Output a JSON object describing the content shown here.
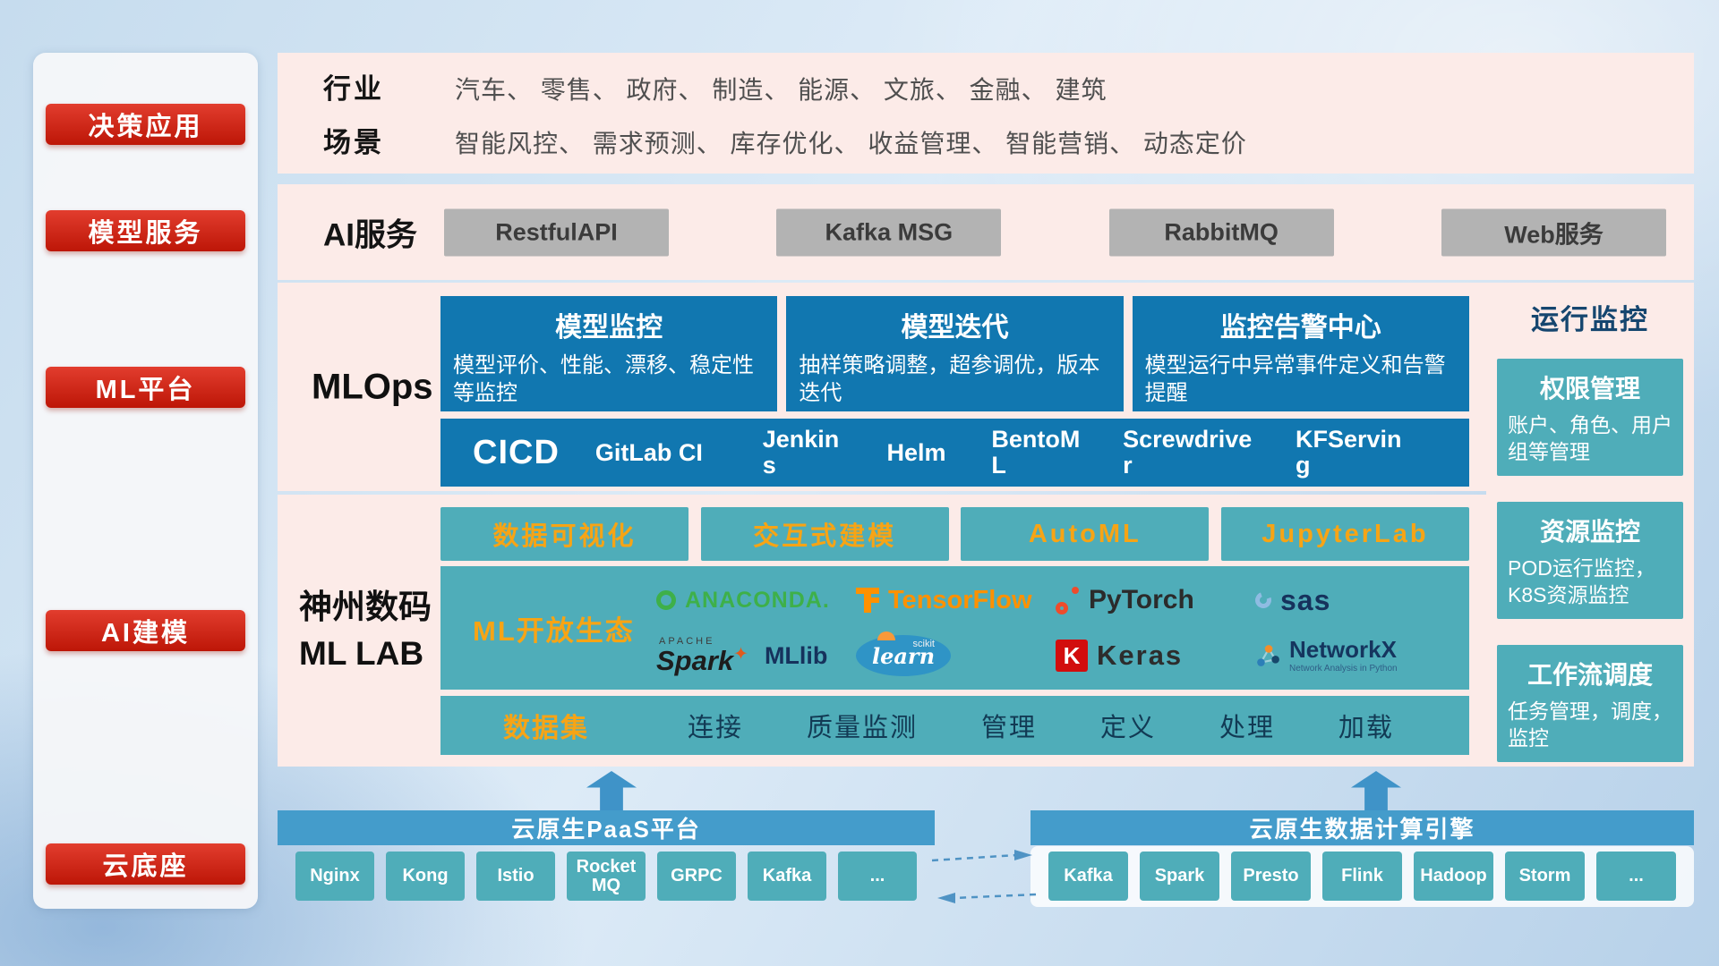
{
  "colors": {
    "accent_red": "#c9190e",
    "panel_pink": "#fcebe8",
    "steel_blue": "#1177b0",
    "teal": "#4fadb9",
    "bar_blue": "#449ccb",
    "orange_text": "#f7a415",
    "gray_button": "#b3b3b3"
  },
  "sidebar": {
    "items": [
      {
        "label": "决策应用"
      },
      {
        "label": "模型服务"
      },
      {
        "label": "ML平台"
      },
      {
        "label": "AI建模"
      },
      {
        "label": "云底座"
      }
    ]
  },
  "industry": {
    "rows": [
      {
        "label": "行业",
        "value": "汽车、 零售、 政府、 制造、 能源、 文旅、 金融、 建筑"
      },
      {
        "label": "场景",
        "value": "智能风控、 需求预测、 库存优化、 收益管理、 智能营销、 动态定价"
      }
    ]
  },
  "ai_service": {
    "label": "AI服务",
    "buttons": [
      "RestfulAPI",
      "Kafka MSG",
      "RabbitMQ",
      "Web服务"
    ]
  },
  "mlops": {
    "label": "MLOps",
    "cards": [
      {
        "title": "模型监控",
        "desc": "模型评价、性能、漂移、稳定性等监控"
      },
      {
        "title": "模型迭代",
        "desc": "抽样策略调整，超参调优，版本迭代"
      },
      {
        "title": "监控告警中心",
        "desc": "模型运行中异常事件定义和告警提醒"
      }
    ],
    "cicd_label": "CICD",
    "cicd_items": [
      "GitLab CI",
      "Jenkins",
      "Helm",
      "BentoML",
      "Screwdriver",
      "KFServing"
    ]
  },
  "monitor": {
    "title": "运行监控",
    "cards": [
      {
        "title": "权限管理",
        "desc": "账户、角色、用户组等管理"
      },
      {
        "title": "资源监控",
        "desc": "POD运行监控，K8S资源监控"
      },
      {
        "title": "工作流调度",
        "desc": "任务管理，调度，监控"
      }
    ]
  },
  "mllab": {
    "label_line1": "神州数码",
    "label_line2": "ML LAB",
    "top_buttons": [
      "数据可视化",
      "交互式建模",
      "AutoML",
      "JupyterLab"
    ],
    "eco_label": "ML开放生态",
    "logos": {
      "anaconda": "ANACONDA.",
      "tensorflow": "TensorFlow",
      "pytorch": "PyTorch",
      "sas": "sas",
      "spark_small": "APACHE",
      "spark": "Spark",
      "spark_star": "✦",
      "mllib": "MLlib",
      "scikit_small": "scikit",
      "scikit": "learn",
      "keras_k": "K",
      "keras": "Keras",
      "networkx": "NetworkX",
      "networkx_sub": "Network Analysis in Python"
    },
    "data_label": "数据集",
    "data_items": [
      "连接",
      "质量监测",
      "管理",
      "定义",
      "处理",
      "加载"
    ]
  },
  "paas": {
    "title": "云原生PaaS平台",
    "items": [
      "Nginx",
      "Kong",
      "Istio",
      "RocketMQ",
      "GRPC",
      "Kafka",
      "..."
    ]
  },
  "engine": {
    "title": "云原生数据计算引擎",
    "items": [
      "Kafka",
      "Spark",
      "Presto",
      "Flink",
      "Hadoop",
      "Storm",
      "..."
    ]
  }
}
